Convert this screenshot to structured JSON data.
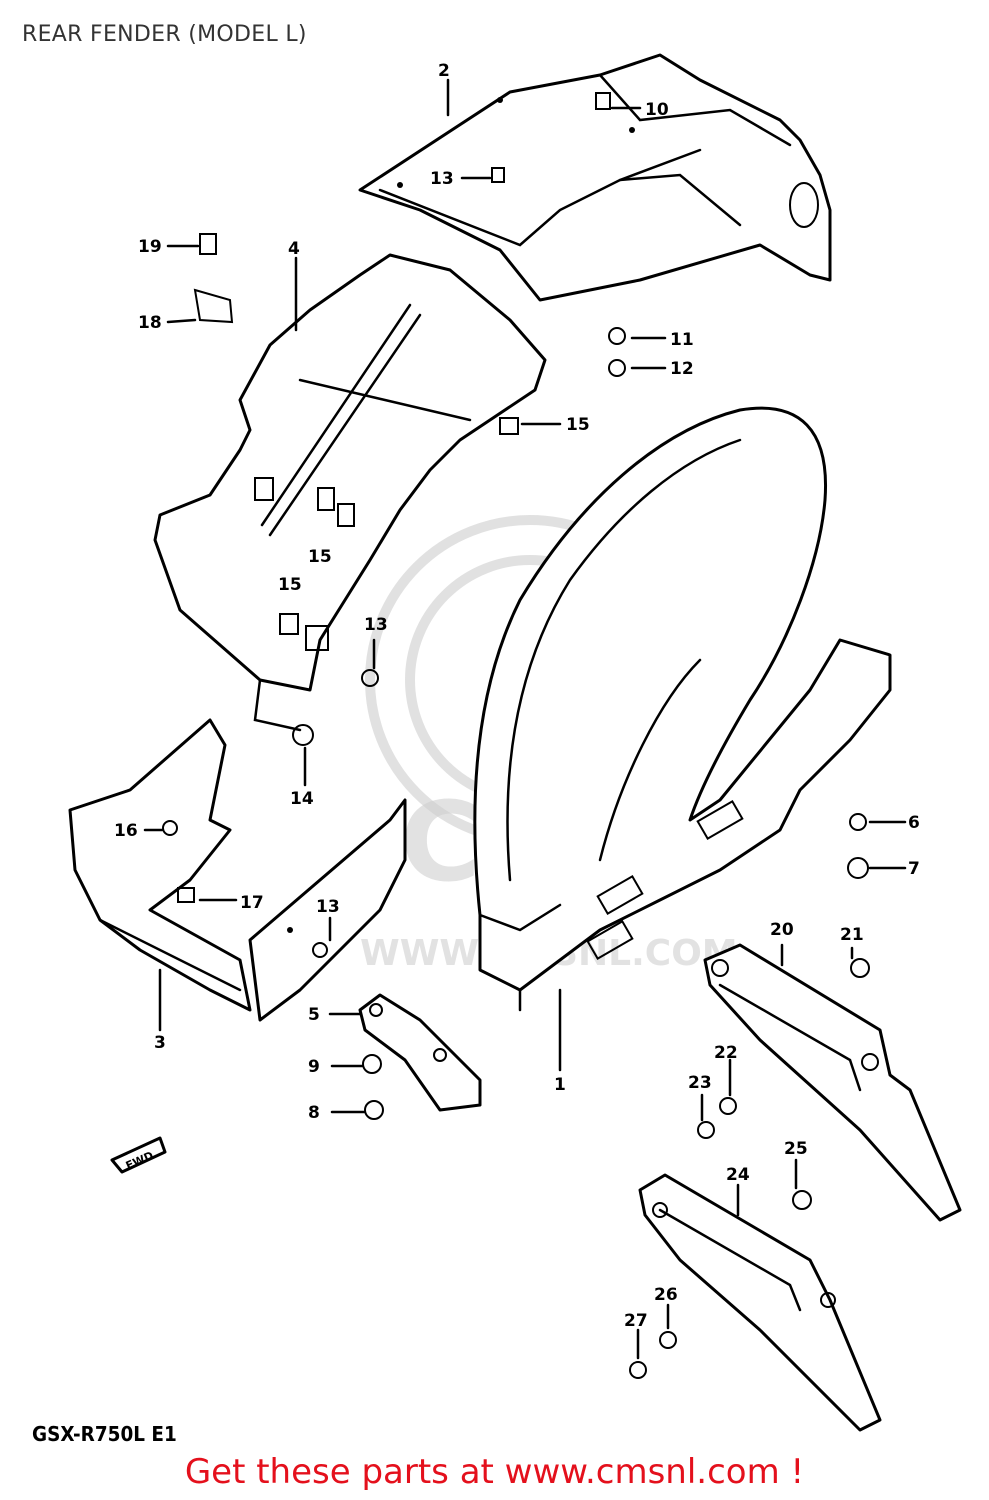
{
  "title": "REAR FENDER (MODEL L)",
  "model_code": "GSX-R750L E1",
  "promo": "Get these parts at www.cmsnl.com !",
  "watermark": {
    "brand": "CMS",
    "url": "WWW.CMSNL.COM"
  },
  "direction_marker": "FWD",
  "callouts": {
    "c1": "1",
    "c2": "2",
    "c3": "3",
    "c4": "4",
    "c5": "5",
    "c6": "6",
    "c7": "7",
    "c8": "8",
    "c9": "9",
    "c10": "10",
    "c11": "11",
    "c12": "12",
    "c13a": "13",
    "c13b": "13",
    "c13c": "13",
    "c14": "14",
    "c15a": "15",
    "c15b": "15",
    "c15c": "15",
    "c16": "16",
    "c17": "17",
    "c18": "18",
    "c19": "19",
    "c20": "20",
    "c21": "21",
    "c22": "22",
    "c23": "23",
    "c24": "24",
    "c25": "25",
    "c26": "26",
    "c27": "27"
  },
  "colors": {
    "promo": "#e4101c",
    "title": "#333333",
    "line": "#000000"
  }
}
